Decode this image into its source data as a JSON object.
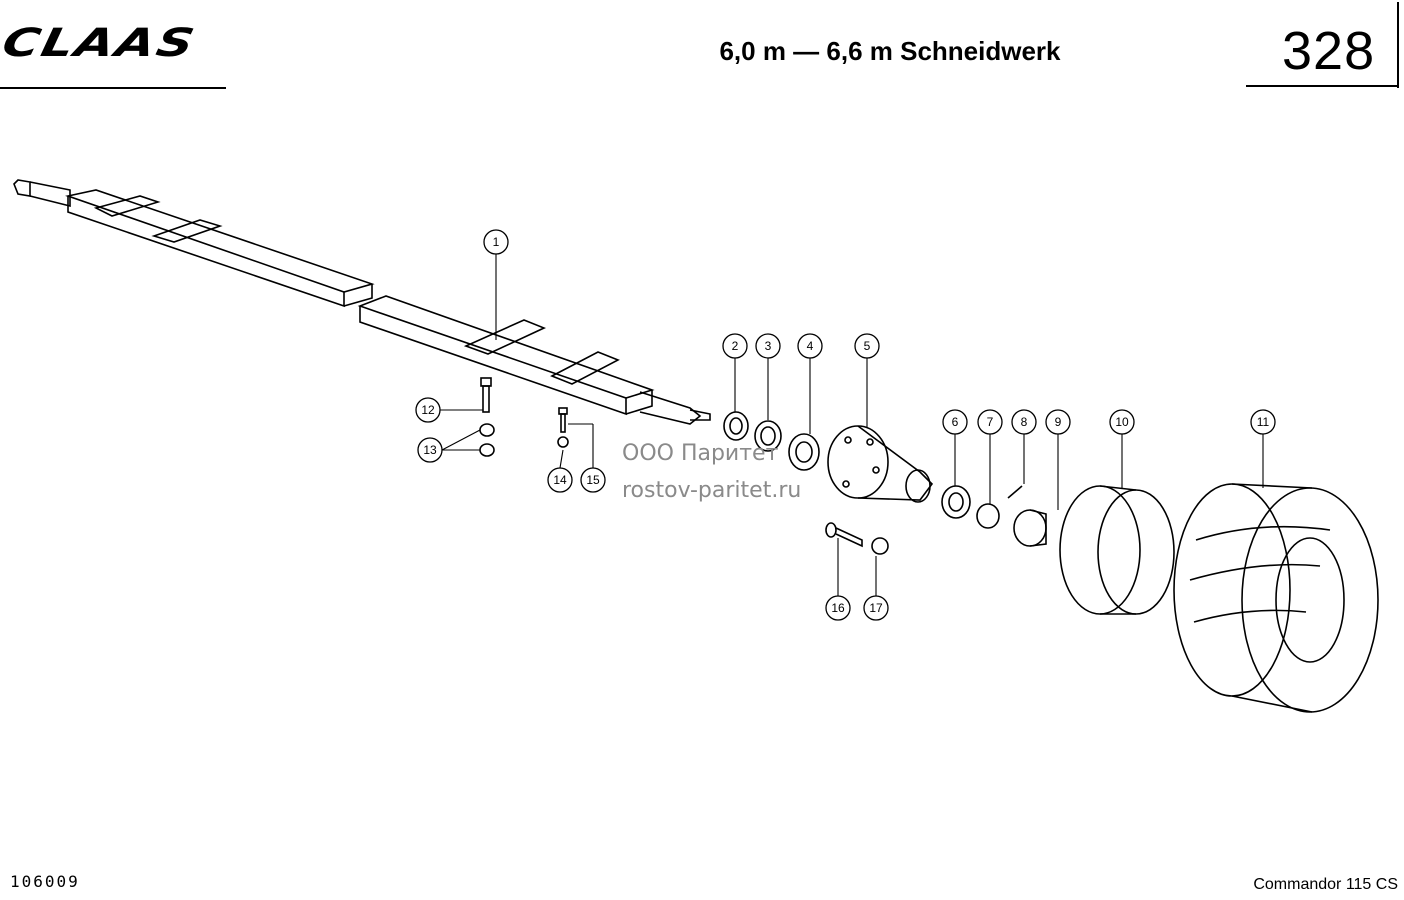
{
  "header": {
    "brand": "CLAAS",
    "title": "6,0 m — 6,6 m Schneidwerk",
    "page_number": "328"
  },
  "footer": {
    "drawing_number": "106009",
    "model": "Commandor 115 CS"
  },
  "watermark": {
    "line1": "ООО Паритет",
    "line2": "rostov-paritet.ru"
  },
  "callouts": [
    "1",
    "2",
    "3",
    "4",
    "5",
    "6",
    "7",
    "8",
    "9",
    "10",
    "11",
    "12",
    "13",
    "14",
    "15",
    "16",
    "17"
  ]
}
